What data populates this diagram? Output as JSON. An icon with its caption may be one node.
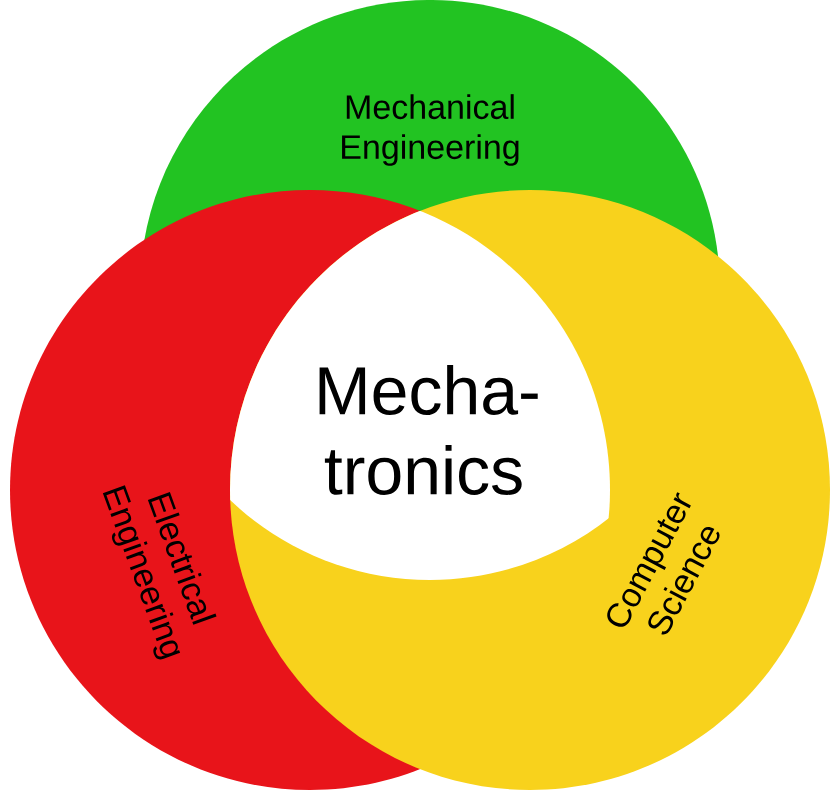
{
  "diagram": {
    "nodes": [
      {
        "text": [
          "Mechanical Engineering"
        ]
      },
      {
        "text": [
          "Electrical Engineering"
        ]
      },
      {
        "text": [
          "Computer Science"
        ]
      },
      {
        "text": [
          "Mecha-tronics"
        ]
      }
    ]
  }
}
